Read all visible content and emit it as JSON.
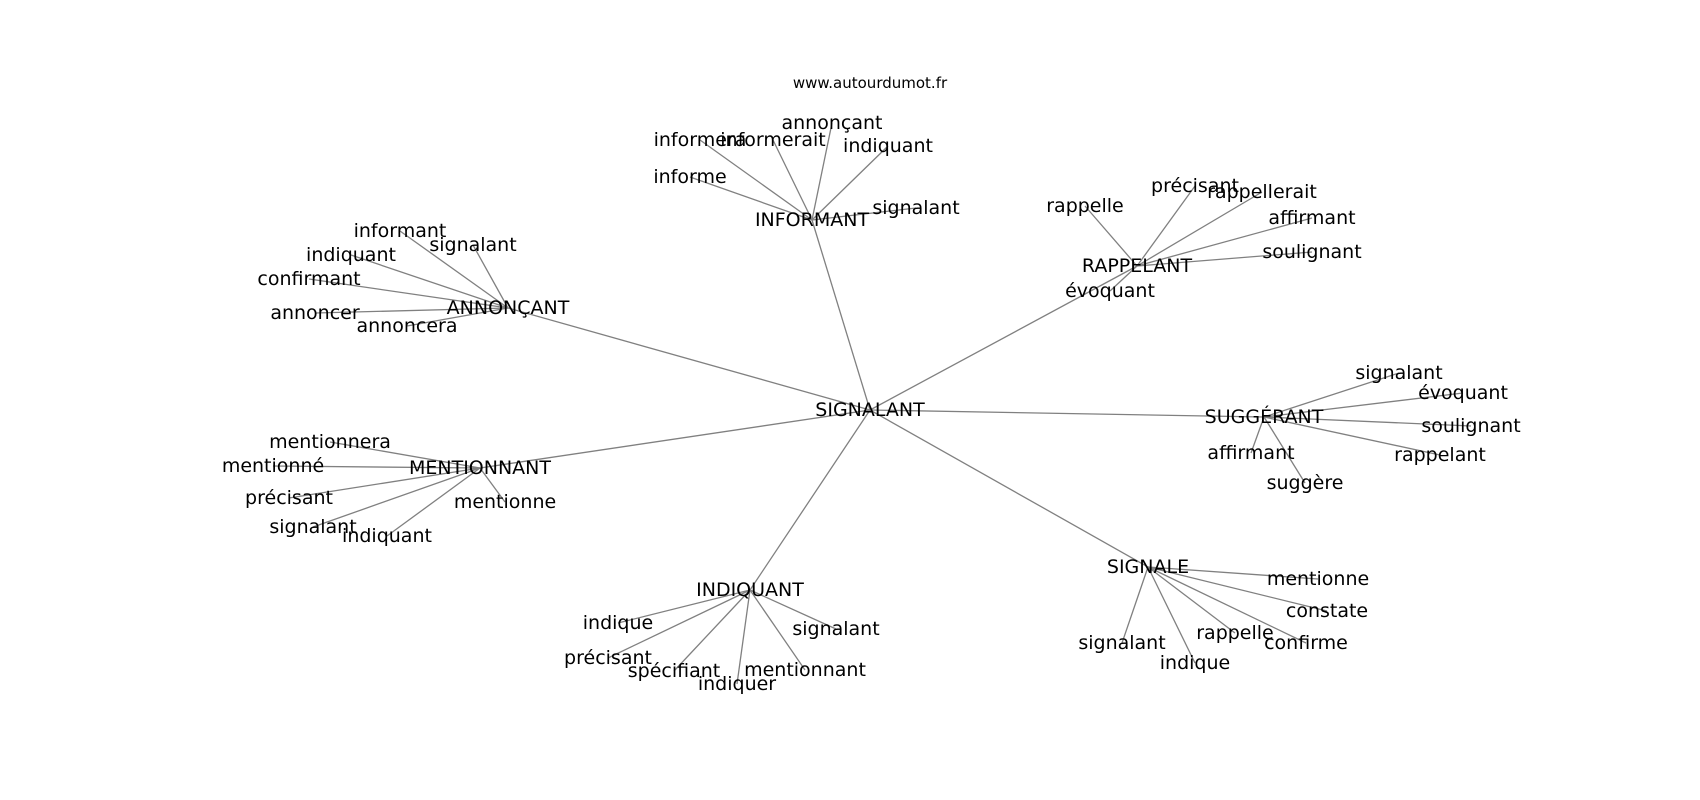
{
  "site": "www.autourdumot.fr",
  "center": "SIGNALANT",
  "clusters": [
    {
      "hub": "INFORMANT",
      "leaves": [
        "informera",
        "informerait",
        "annonçant",
        "indiquant",
        "informe",
        "signalant"
      ]
    },
    {
      "hub": "RAPPELANT",
      "leaves": [
        "rappelle",
        "précisant",
        "rappellerait",
        "affirmant",
        "soulignant",
        "évoquant"
      ]
    },
    {
      "hub": "ANNONÇANT",
      "leaves": [
        "informant",
        "signalant",
        "indiquant",
        "confirmant",
        "annoncer",
        "annoncera"
      ]
    },
    {
      "hub": "SUGGÉRANT",
      "leaves": [
        "signalant",
        "évoquant",
        "soulignant",
        "rappelant",
        "affirmant",
        "suggère"
      ]
    },
    {
      "hub": "MENTIONNANT",
      "leaves": [
        "mentionnera",
        "mentionné",
        "précisant",
        "signalant",
        "indiquant",
        "mentionne"
      ]
    },
    {
      "hub": "SIGNALE",
      "leaves": [
        "mentionne",
        "constate",
        "rappelle",
        "confirme",
        "signalant",
        "indique"
      ]
    },
    {
      "hub": "INDIQUANT",
      "leaves": [
        "indique",
        "précisant",
        "spécifiant",
        "indiquer",
        "mentionnant",
        "signalant"
      ]
    }
  ]
}
